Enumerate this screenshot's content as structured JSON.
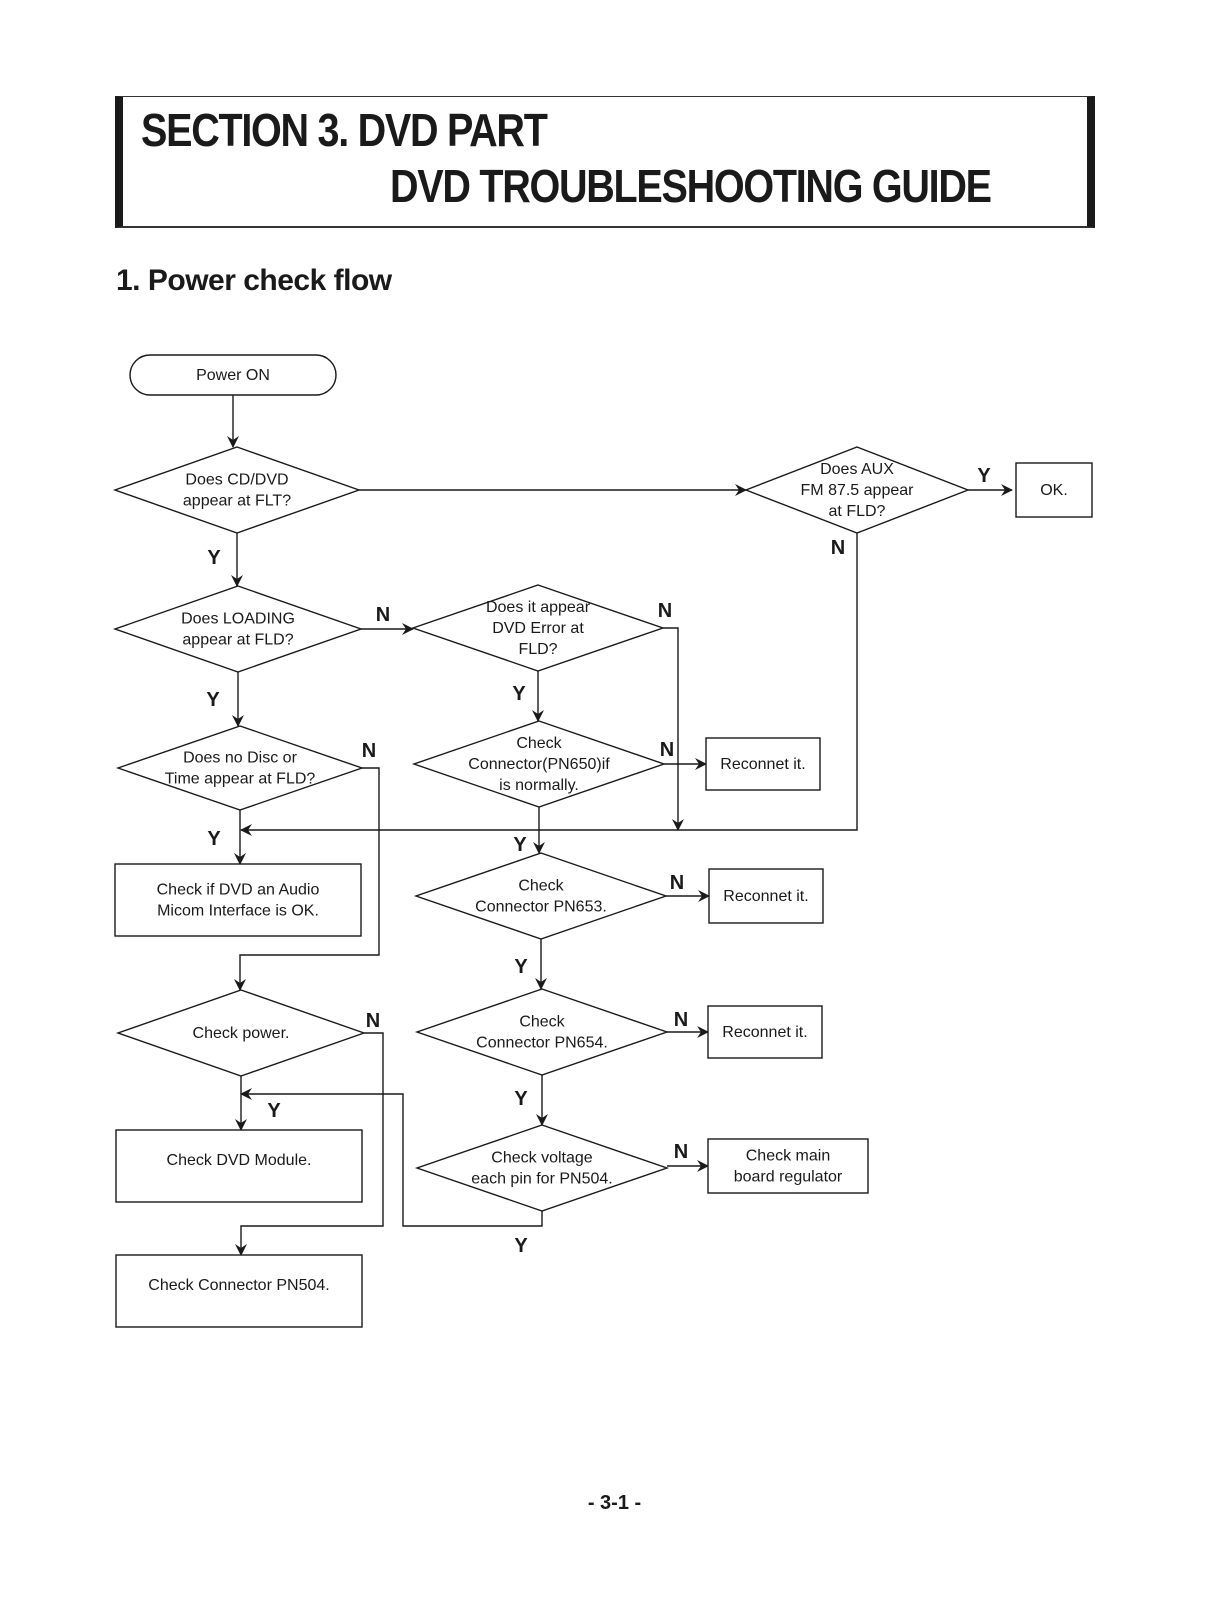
{
  "header": {
    "line1": "SECTION 3. DVD PART",
    "line2": "DVD TROUBLESHOOTING GUIDE"
  },
  "subheading": "1. Power check flow",
  "flowchart": {
    "nodes": {
      "start": {
        "shape": "terminal",
        "lines": [
          "Power ON"
        ]
      },
      "q_cddvd": {
        "shape": "decision",
        "lines": [
          "Does CD/DVD",
          "appear at FLT?"
        ]
      },
      "q_aux": {
        "shape": "decision",
        "lines": [
          "Does AUX",
          "FM 87.5 appear",
          "at FLD?"
        ]
      },
      "ok": {
        "shape": "process",
        "lines": [
          "OK."
        ]
      },
      "q_loading": {
        "shape": "decision",
        "lines": [
          "Does LOADING",
          "appear at FLD?"
        ]
      },
      "q_dvderror": {
        "shape": "decision",
        "lines": [
          "Does it appear",
          "DVD Error at",
          "FLD?"
        ]
      },
      "q_nodisc": {
        "shape": "decision",
        "lines": [
          "Does no Disc or",
          "Time appear at FLD?"
        ]
      },
      "q_pn650": {
        "shape": "decision",
        "lines": [
          "Check",
          "Connector(PN650)if",
          "is normally."
        ]
      },
      "reconnect1": {
        "shape": "process",
        "lines": [
          "Reconnet it."
        ]
      },
      "check_interface": {
        "shape": "process",
        "lines": [
          "Check if DVD an Audio",
          "Micom Interface is OK."
        ]
      },
      "q_pn653": {
        "shape": "decision",
        "lines": [
          "Check",
          "Connector PN653."
        ]
      },
      "reconnect2": {
        "shape": "process",
        "lines": [
          "Reconnet it."
        ]
      },
      "q_power": {
        "shape": "decision",
        "lines": [
          "Check power."
        ]
      },
      "q_pn654": {
        "shape": "decision",
        "lines": [
          "Check",
          "Connector PN654."
        ]
      },
      "reconnect3": {
        "shape": "process",
        "lines": [
          "Reconnet it."
        ]
      },
      "check_module": {
        "shape": "process",
        "lines": [
          "Check DVD Module."
        ]
      },
      "q_voltage": {
        "shape": "decision",
        "lines": [
          "Check voltage",
          "each pin for PN504."
        ]
      },
      "check_regulator": {
        "shape": "process",
        "lines": [
          "Check main",
          "board regulator"
        ]
      },
      "check_pn504": {
        "shape": "process",
        "lines": [
          "Check Connector PN504."
        ]
      }
    },
    "edges": [
      {
        "from": "start",
        "to": "q_cddvd",
        "label": ""
      },
      {
        "from": "q_cddvd",
        "to": "q_aux",
        "label": ""
      },
      {
        "from": "q_cddvd",
        "to": "q_loading",
        "label": "Y"
      },
      {
        "from": "q_aux",
        "to": "ok",
        "label": "Y"
      },
      {
        "from": "q_aux",
        "to": "check_interface",
        "label": "N"
      },
      {
        "from": "q_loading",
        "to": "q_dvderror",
        "label": "N"
      },
      {
        "from": "q_loading",
        "to": "q_nodisc",
        "label": "Y"
      },
      {
        "from": "q_dvderror",
        "to": "q_pn650",
        "label": "Y"
      },
      {
        "from": "q_dvderror",
        "to": "check_interface",
        "label": "N"
      },
      {
        "from": "q_nodisc",
        "to": "check_interface",
        "label": "Y"
      },
      {
        "from": "q_nodisc",
        "to": "q_power",
        "label": "N"
      },
      {
        "from": "q_pn650",
        "to": "reconnect1",
        "label": "N"
      },
      {
        "from": "q_pn650",
        "to": "q_pn653",
        "label": "Y"
      },
      {
        "from": "q_pn653",
        "to": "reconnect2",
        "label": "N"
      },
      {
        "from": "q_pn653",
        "to": "q_pn654",
        "label": "Y"
      },
      {
        "from": "q_pn654",
        "to": "reconnect3",
        "label": "N"
      },
      {
        "from": "q_pn654",
        "to": "q_voltage",
        "label": "Y"
      },
      {
        "from": "q_power",
        "to": "check_module",
        "label": "Y"
      },
      {
        "from": "q_power",
        "to": "check_pn504",
        "label": "N"
      },
      {
        "from": "q_voltage",
        "to": "check_regulator",
        "label": "N"
      },
      {
        "from": "q_voltage",
        "to": "check_module",
        "label": "Y"
      }
    ]
  },
  "footer": {
    "page_number": "- 3-1 -"
  }
}
